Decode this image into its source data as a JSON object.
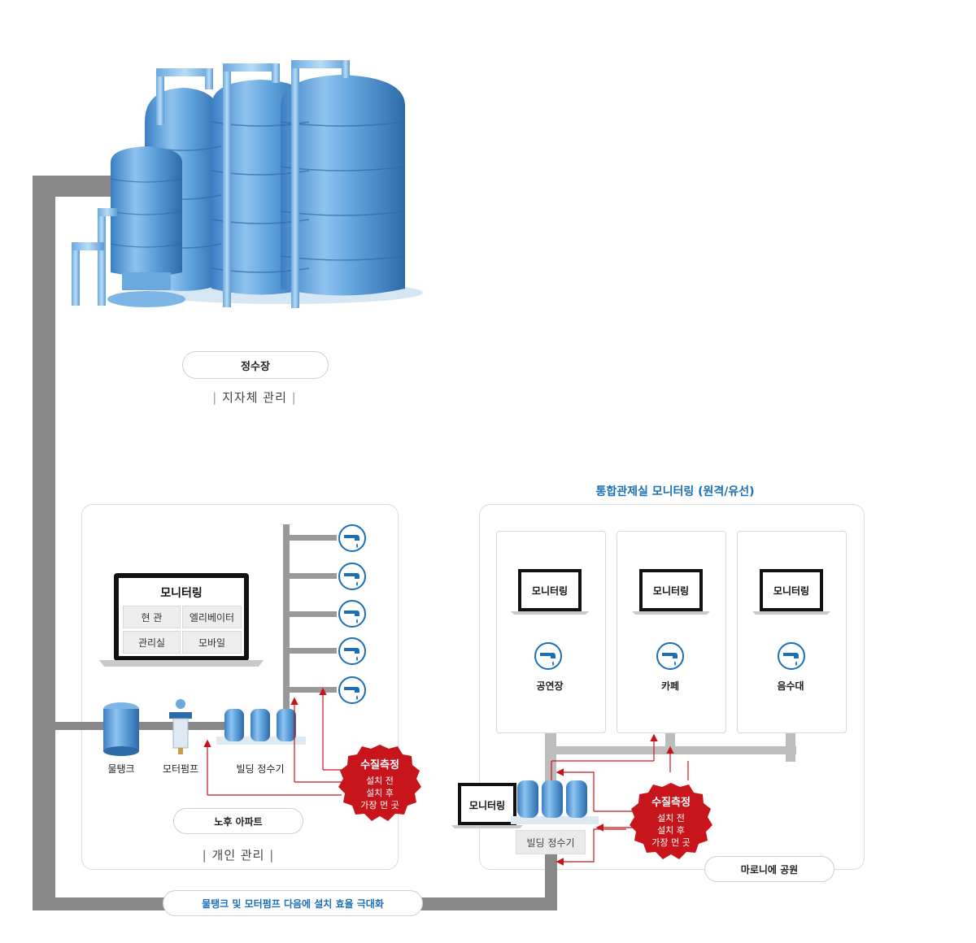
{
  "plant": {
    "name": "정수장",
    "management": "지자체 관리"
  },
  "apartment": {
    "monitor_title": "모니터링",
    "monitor_cells": [
      "현 관",
      "엘리베이터",
      "관리실",
      "모바일"
    ],
    "labels": {
      "tank": "물탱크",
      "pump": "모터펌프",
      "purifier": "빌딩 정수기"
    },
    "name": "노후 아파트",
    "management": "개인 관리"
  },
  "measure": {
    "title": "수질측정",
    "lines": [
      "설치 전",
      "설치 후",
      "가장 먼 곳"
    ]
  },
  "park": {
    "header": "통합관제실 모니터링 (원격/유선)",
    "cards": [
      {
        "screen": "모니터링",
        "label": "공연장"
      },
      {
        "screen": "모니터링",
        "label": "카페"
      },
      {
        "screen": "모니터링",
        "label": "음수대"
      }
    ],
    "laptop_screen": "모니터링",
    "purifier_label": "빌딩 정수기",
    "name": "마로니에 공원"
  },
  "footer_note": "물탱크 및 모터펌프 다음에 설치 효율 극대화",
  "colors": {
    "pipe": "#888888",
    "blue": "#1b6fb6",
    "red": "#c8151b",
    "water": "#4a90cf"
  },
  "icons": [
    "faucet-icon",
    "laptop-icon",
    "tank-icon",
    "pump-icon",
    "purifier-icon",
    "storage-tank-icon",
    "seal-badge"
  ]
}
